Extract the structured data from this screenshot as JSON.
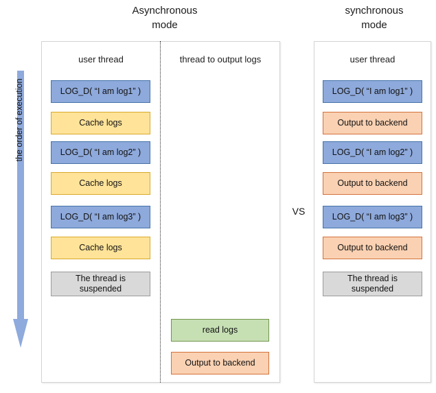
{
  "titles": {
    "async": "Asynchronous\nmode",
    "sync": "synchronous\nmode"
  },
  "vs_label": "VS",
  "exec_arrow": {
    "label": "the order of execution",
    "direction": "down",
    "color": "#8FAADC"
  },
  "async_panel": {
    "columns": [
      {
        "header": "user thread",
        "blocks": [
          {
            "label": "LOG_D( “I am log1” )",
            "style": "blue"
          },
          {
            "label": "Cache logs",
            "style": "yellow"
          },
          {
            "label": "LOG_D( “I am log2” )",
            "style": "blue"
          },
          {
            "label": "Cache logs",
            "style": "yellow"
          },
          {
            "label": "LOG_D( “I am log3” )",
            "style": "blue"
          },
          {
            "label": "Cache logs",
            "style": "yellow"
          },
          {
            "label": "The thread is\nsuspended",
            "style": "gray"
          }
        ]
      },
      {
        "header": "thread to output logs",
        "blocks": [
          {
            "label": "read logs",
            "style": "green"
          },
          {
            "label": "Output to backend",
            "style": "orange"
          }
        ]
      }
    ]
  },
  "sync_panel": {
    "columns": [
      {
        "header": "user thread",
        "blocks": [
          {
            "label": "LOG_D( “I am log1” )",
            "style": "blue"
          },
          {
            "label": "Output to backend",
            "style": "orange"
          },
          {
            "label": "LOG_D( “I am log2” )",
            "style": "blue"
          },
          {
            "label": "Output to backend",
            "style": "orange"
          },
          {
            "label": "LOG_D( “I am log3” )",
            "style": "blue"
          },
          {
            "label": "Output to backend",
            "style": "orange"
          },
          {
            "label": "The thread is\nsuspended",
            "style": "gray"
          }
        ]
      }
    ]
  },
  "colors": {
    "blue_fill": "#8EA9DB",
    "blue_border": "#4472A8",
    "yellow_fill": "#FFE399",
    "yellow_border": "#D8A827",
    "orange_fill": "#FAD1B2",
    "orange_border": "#D2703A",
    "green_fill": "#C6E0B4",
    "green_border": "#70954B",
    "gray_fill": "#D9D9D9",
    "gray_border": "#9A9A9A",
    "panel_border": "#D4D4D4",
    "arrow": "#8FAADC"
  }
}
